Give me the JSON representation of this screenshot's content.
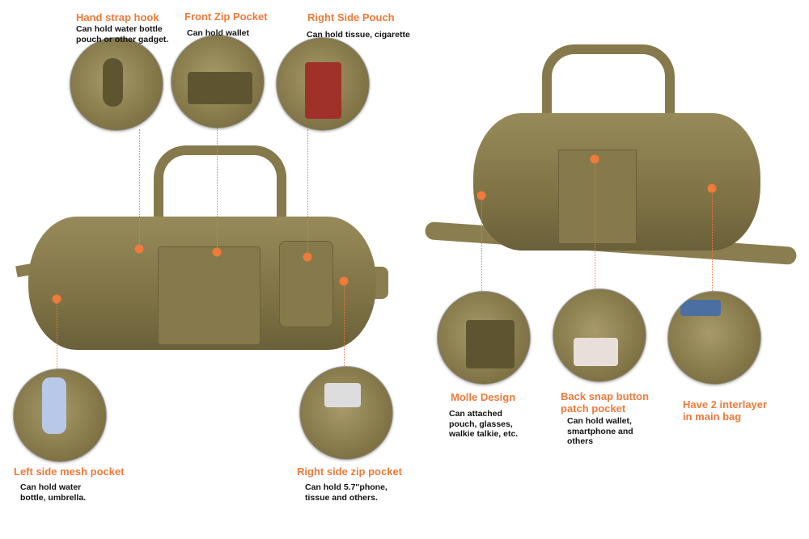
{
  "features": {
    "hand_strap_hook": {
      "title": "Hand strap hook",
      "desc": "Can hold water bottle\npouch or other gadget."
    },
    "front_zip_pocket": {
      "title": "Front Zip Pocket",
      "desc": "Can hold wallet"
    },
    "right_side_pouch": {
      "title": "Right Side Pouch",
      "desc": "Can hold tissue, cigarette"
    },
    "left_side_mesh_pocket": {
      "title": "Left side mesh pocket",
      "desc": "Can hold water\nbottle, umbrella."
    },
    "right_side_zip_pocket": {
      "title": "Right side zip pocket",
      "desc": "Can hold 5.7''phone,\ntissue and others."
    },
    "molle_design": {
      "title": "Molle Design",
      "desc": "Can attached\npouch, glasses,\nwalkie talkie, etc."
    },
    "back_snap_pocket": {
      "title": "Back snap button\npatch pocket",
      "desc": "Can hold wallet,\nsmartphone and\nothers"
    },
    "interlayer": {
      "title": "Have 2 interlayer\nin main bag"
    }
  },
  "colors": {
    "accent": "#f07a3a",
    "bag": "#8a7e50"
  }
}
